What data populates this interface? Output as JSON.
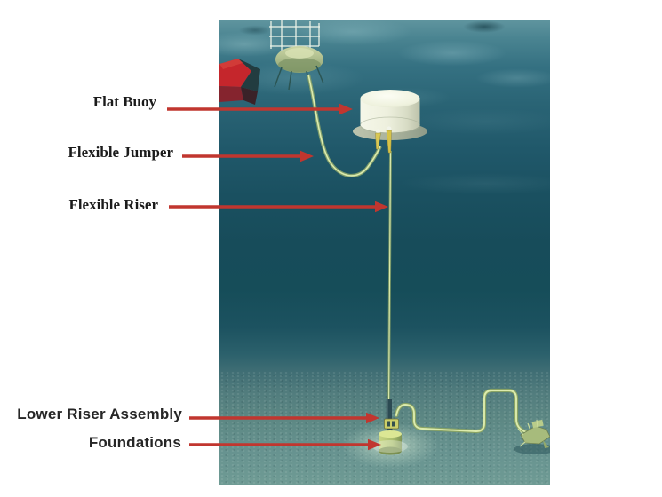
{
  "figure": {
    "type": "labeled-diagram",
    "subject": "Subsea flexible riser system with flat buoy",
    "background_color": "#ffffff",
    "arrow_color": "#c1362f",
    "labels": [
      {
        "text": "Flat Buoy"
      },
      {
        "text": "Flexible Jumper"
      },
      {
        "text": "Flexible Riser"
      },
      {
        "text": "Lower Riser Assembly"
      },
      {
        "text": "Foundations"
      }
    ],
    "scene": {
      "water_surface_color": "#60959f",
      "water_deep_color": "#174c5a",
      "seabed_color": "#6f9b94",
      "flat_buoy_color": "#eff1df",
      "surface_buoy_color": "#b9c79b",
      "marker_buoy_color": "#c5262c",
      "pipe_color": "#dcebad",
      "pipe_shadow_color": "#8aa465",
      "foundation_color": "#c9d684",
      "components": [
        "surface-frame",
        "surface-buoy",
        "red-marker-buoy",
        "flat-buoy",
        "flexible-jumper",
        "flexible-riser",
        "lower-riser-assembly",
        "foundation",
        "seabed-flowline",
        "subsea-wellhead"
      ]
    }
  }
}
